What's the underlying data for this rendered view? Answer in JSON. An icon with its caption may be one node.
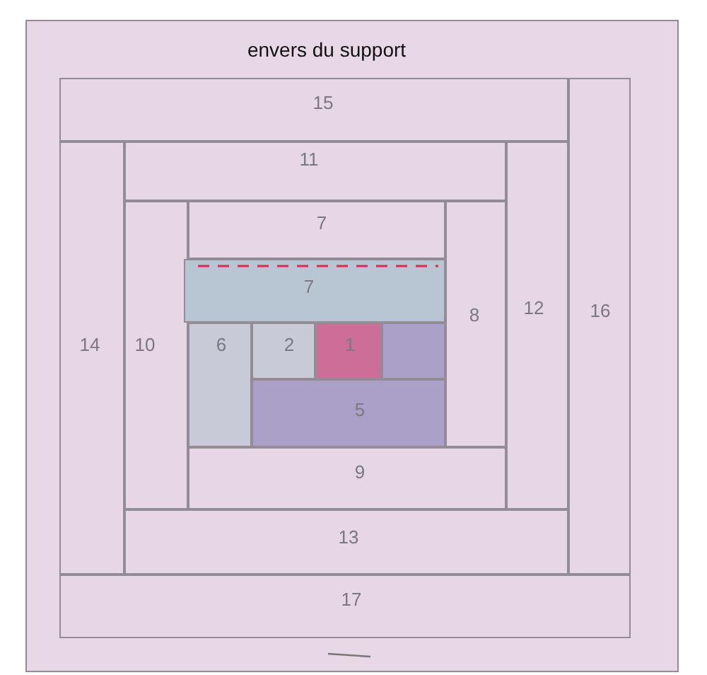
{
  "diagram": {
    "nodes": [
      {
        "text": [
          "envers du support"
        ]
      },
      {
        "text": [
          "15"
        ],
        "in": 0
      },
      {
        "text": [
          "16"
        ],
        "in": 0
      },
      {
        "text": [
          "11"
        ],
        "in": 0
      },
      {
        "text": [
          "14"
        ],
        "in": 0
      },
      {
        "text": [
          "12"
        ],
        "in": 0
      },
      {
        "text": [
          "10"
        ],
        "in": 0
      },
      {
        "text": [
          "7"
        ],
        "in": 0
      },
      {
        "text": [
          "8"
        ],
        "in": 0
      },
      {
        "text": [
          "7"
        ],
        "in": 0
      },
      {
        "text": [
          "6"
        ],
        "in": 0
      },
      {
        "text": [
          "2"
        ],
        "in": 0
      },
      {
        "text": [
          "1"
        ],
        "in": 0
      },
      {
        "text": [],
        "shape": "box",
        "in": 0
      },
      {
        "text": [
          "5"
        ],
        "in": 0
      },
      {
        "text": [
          "9"
        ],
        "in": 0
      },
      {
        "text": [
          "13"
        ],
        "in": 0
      },
      {
        "text": [
          "17"
        ],
        "in": 0
      }
    ],
    "edges": []
  }
}
